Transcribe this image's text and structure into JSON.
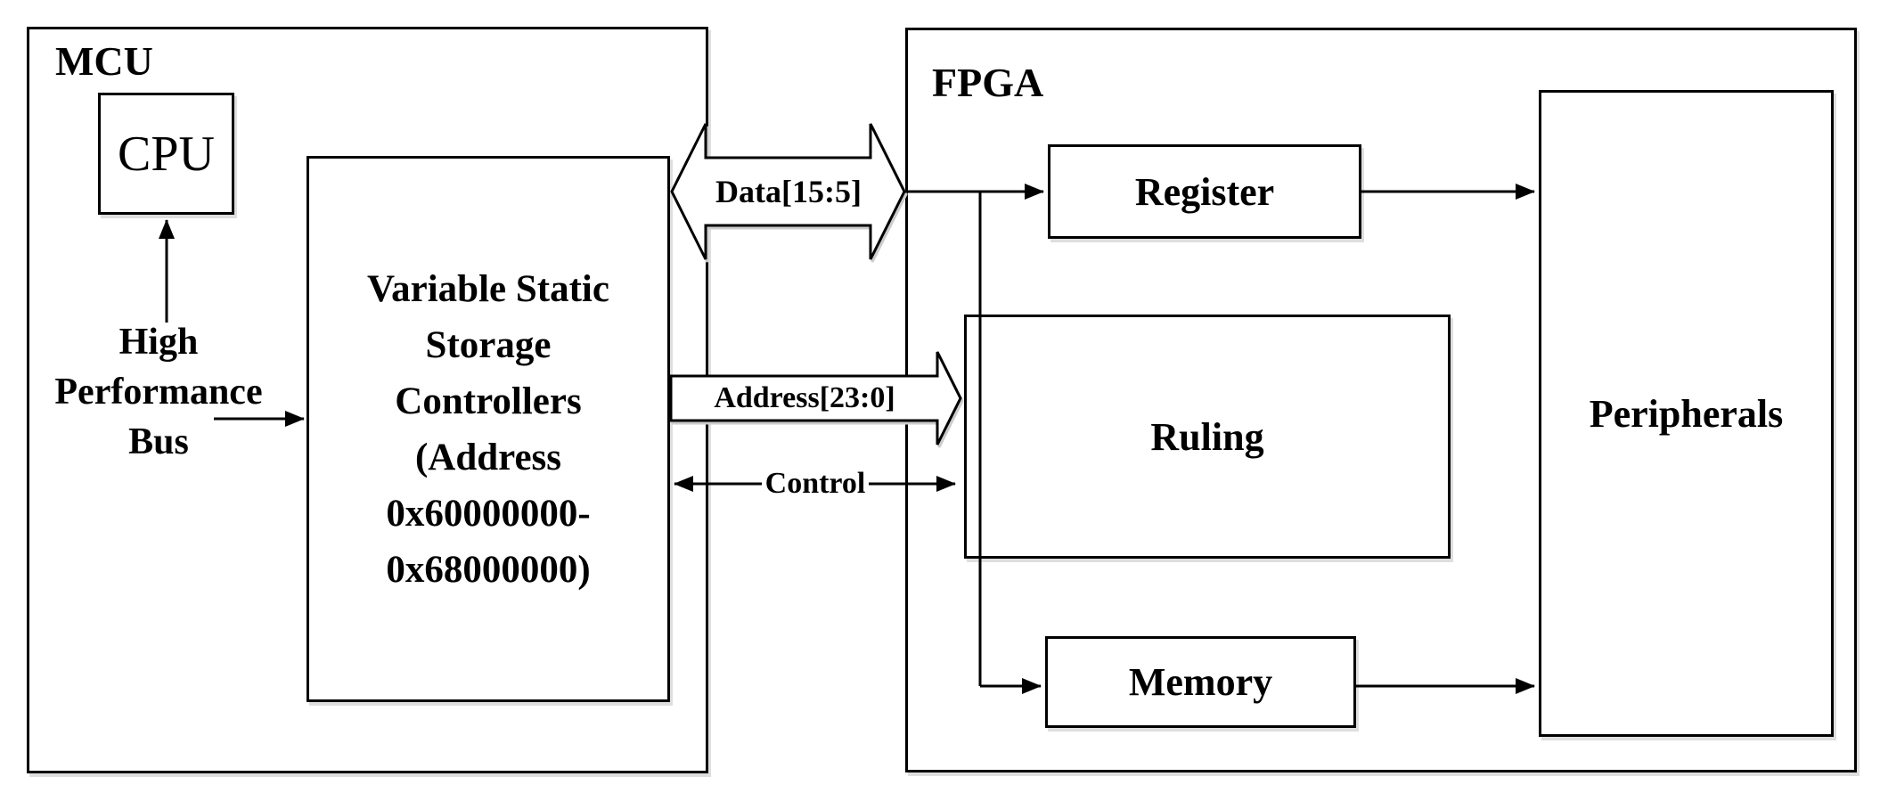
{
  "mcu": {
    "title": "MCU",
    "cpu_label": "CPU",
    "bus_lines": [
      "High",
      "Performance",
      "Bus"
    ]
  },
  "vssc": {
    "lines": [
      "Variable Static",
      "Storage",
      "Controllers",
      "(Address",
      "0x60000000-",
      "0x68000000)"
    ]
  },
  "fpga": {
    "title": "FPGA",
    "register_label": "Register",
    "ruling_label": "Ruling",
    "memory_label": "Memory",
    "peripherals_label": "Peripherals"
  },
  "buses": {
    "data": "Data[15:5]",
    "address": "Address[23:0]",
    "control": "Control"
  },
  "colors": {
    "line": "#000000",
    "fill": "#ffffff",
    "shadow": "#cccccc"
  }
}
